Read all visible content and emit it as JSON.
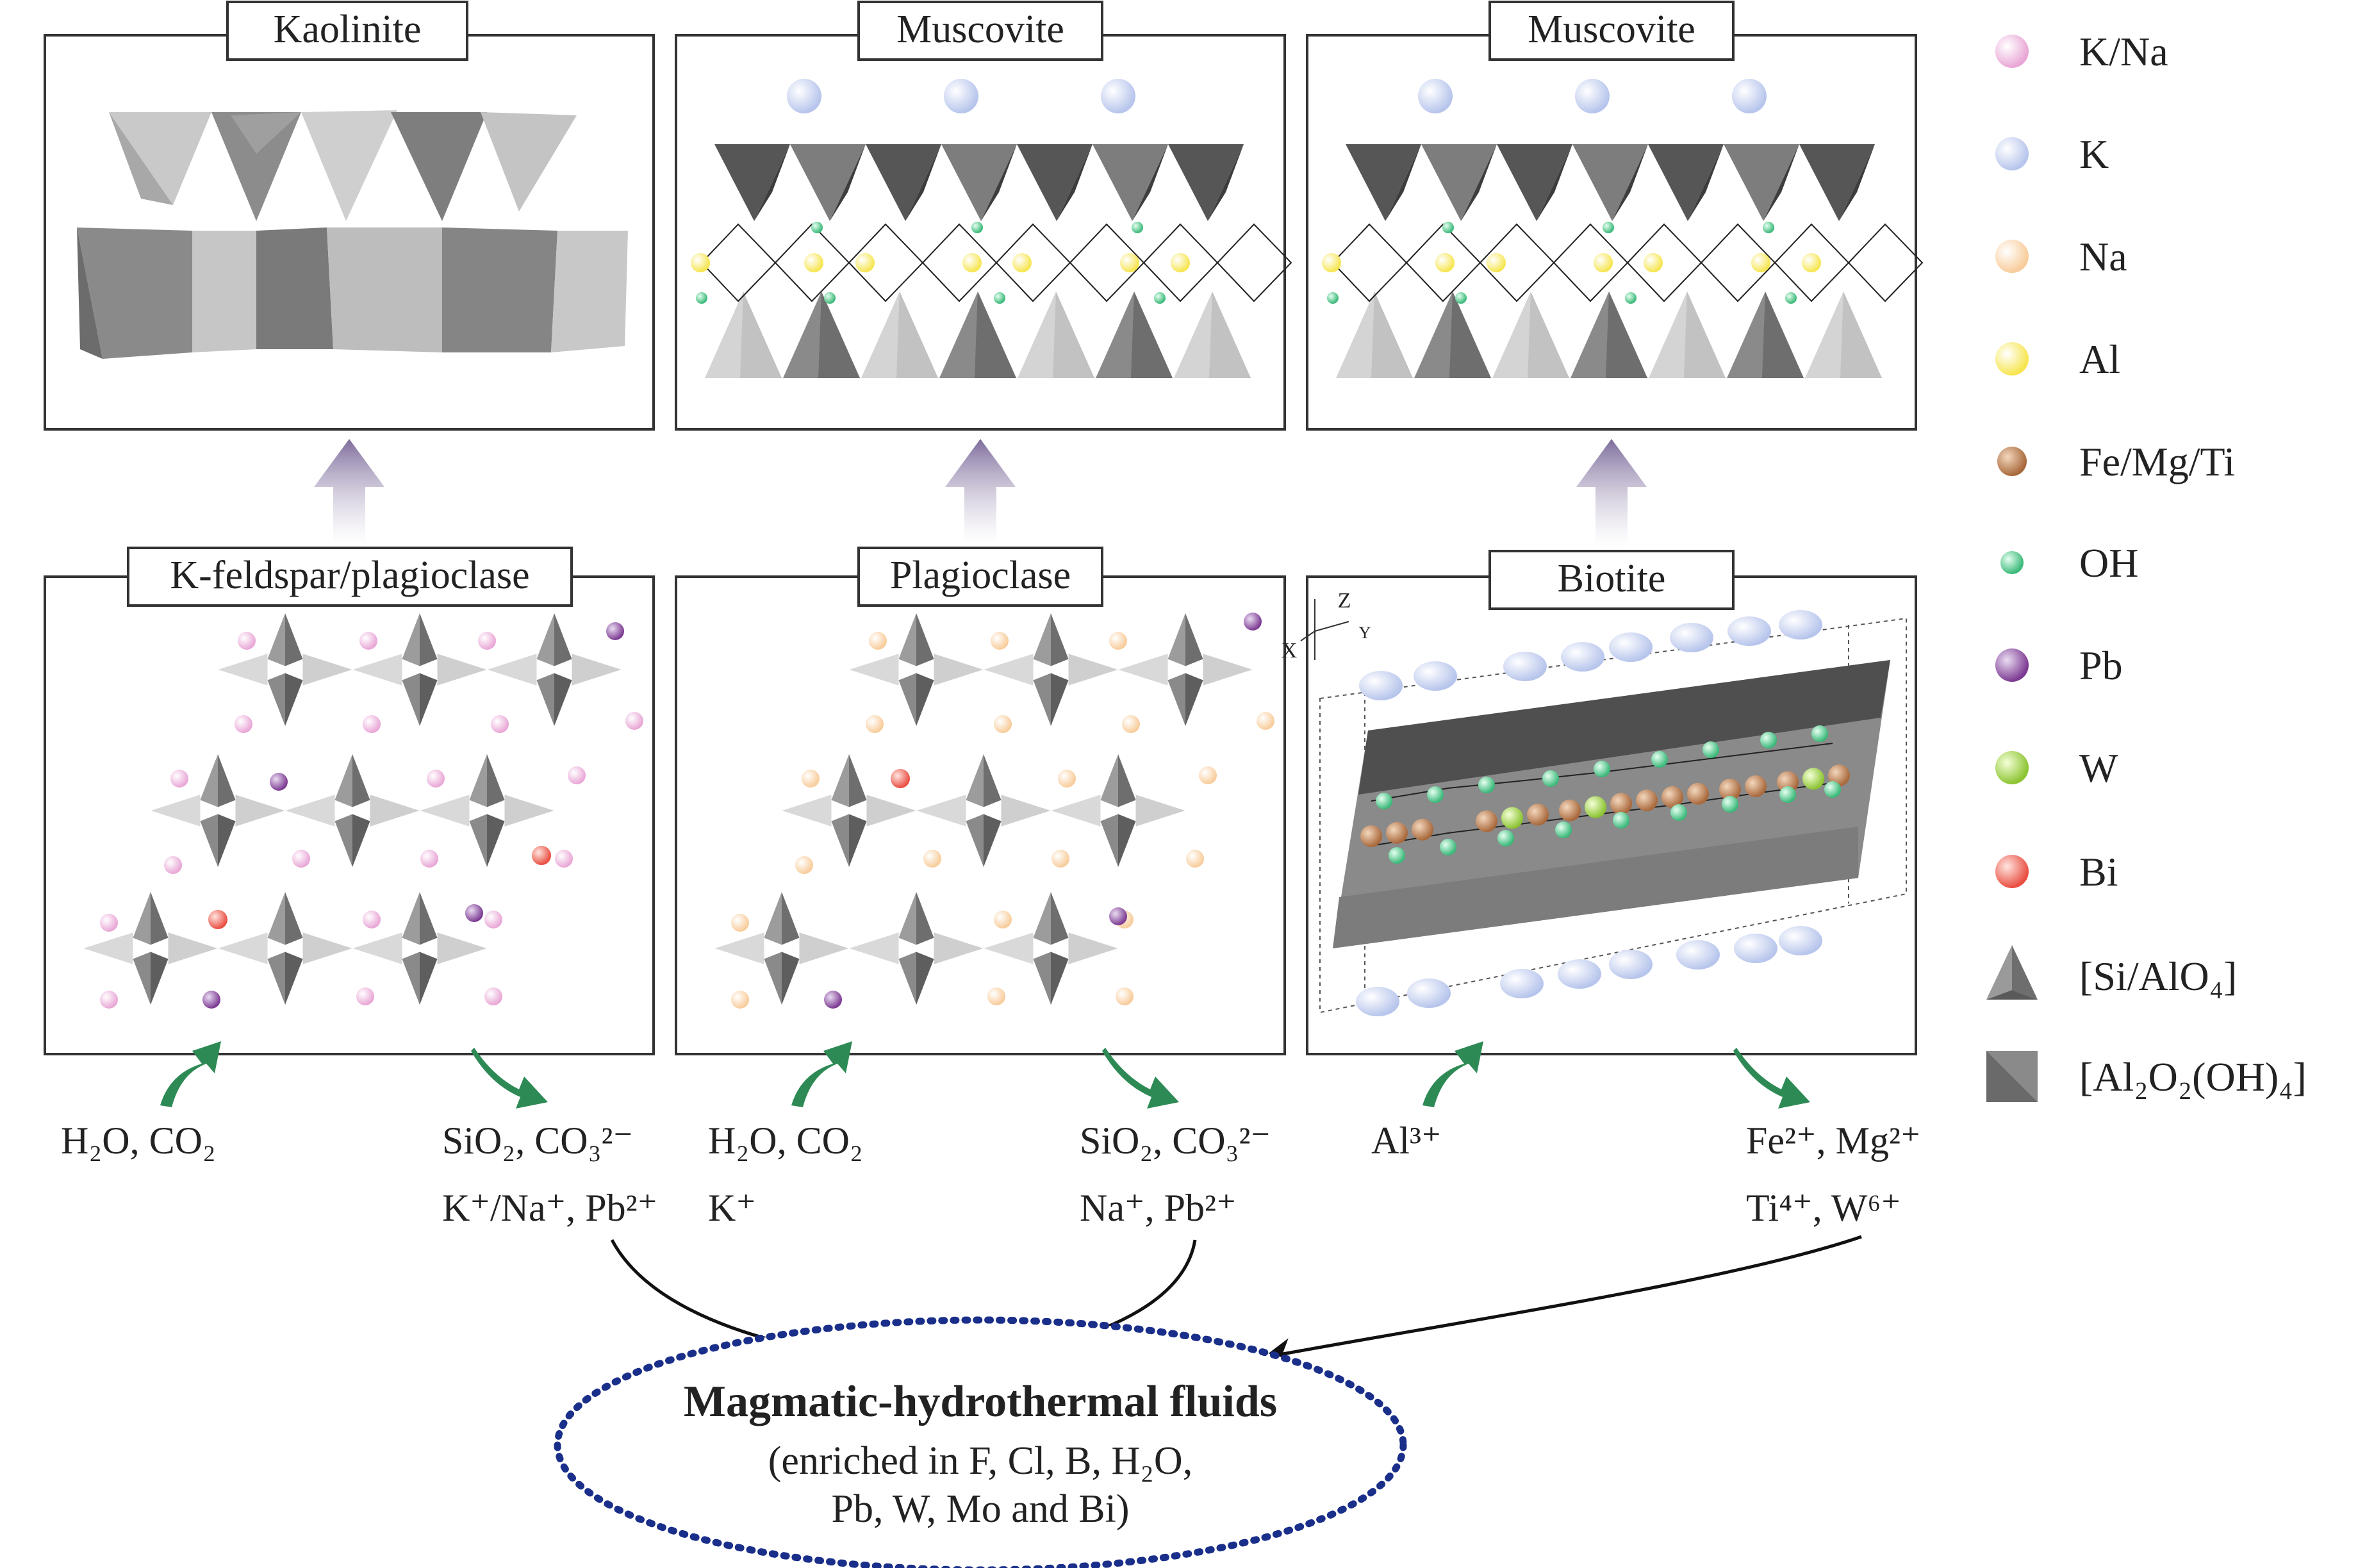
{
  "panels": {
    "top": [
      "Kaolinite",
      "Muscovite",
      "Muscovite"
    ],
    "bottom": [
      "K-feldspar/plagioclase",
      "Plagioclase",
      "Biotite"
    ]
  },
  "axes_labels": {
    "z": "Z",
    "x": "X",
    "y": "Y"
  },
  "flows": {
    "p1_in": [
      "H₂O, CO₂"
    ],
    "p1_out": [
      "SiO₂, CO₃²⁻",
      "K⁺/Na⁺, Pb²⁺"
    ],
    "p2_in": [
      "H₂O, CO₂",
      "K⁺"
    ],
    "p2_out": [
      "SiO₂, CO₃²⁻",
      "Na⁺, Pb²⁺"
    ],
    "p3_in": [
      "Al³⁺"
    ],
    "p3_out": [
      "Fe²⁺, Mg²⁺",
      "Ti⁴⁺, W⁶⁺"
    ]
  },
  "fluid": {
    "title": "Magmatic-hydrothermal fluids",
    "line1": "(enriched in F, Cl, B, H₂O,",
    "line2": "Pb, W, Mo and Bi)"
  },
  "legend": [
    {
      "label": "K/Na",
      "color": "#e9a6d6"
    },
    {
      "label": "K",
      "color": "#b7c5ec"
    },
    {
      "label": "Na",
      "color": "#f8cc9a"
    },
    {
      "label": "Al",
      "color": "#f6e54e"
    },
    {
      "label": "Fe/Mg/Ti",
      "color": "#b97b4c"
    },
    {
      "label": "OH",
      "color": "#4fca8c"
    },
    {
      "label": "Pb",
      "color": "#8e4fa0"
    },
    {
      "label": "W",
      "color": "#9fd23c"
    },
    {
      "label": "Bi",
      "color": "#f16a5e"
    },
    {
      "label": "[Si/AlO₄]",
      "icon": "tetrahedron-icon"
    },
    {
      "label": "[Al₂O₂(OH)₄]",
      "icon": "octahedron-icon"
    }
  ],
  "colors": {
    "frame": "#333333",
    "process_arrow": "#8d7fa6",
    "flow_arrow": "#2e8a55",
    "fluid_outline": "#1a2f8a"
  }
}
